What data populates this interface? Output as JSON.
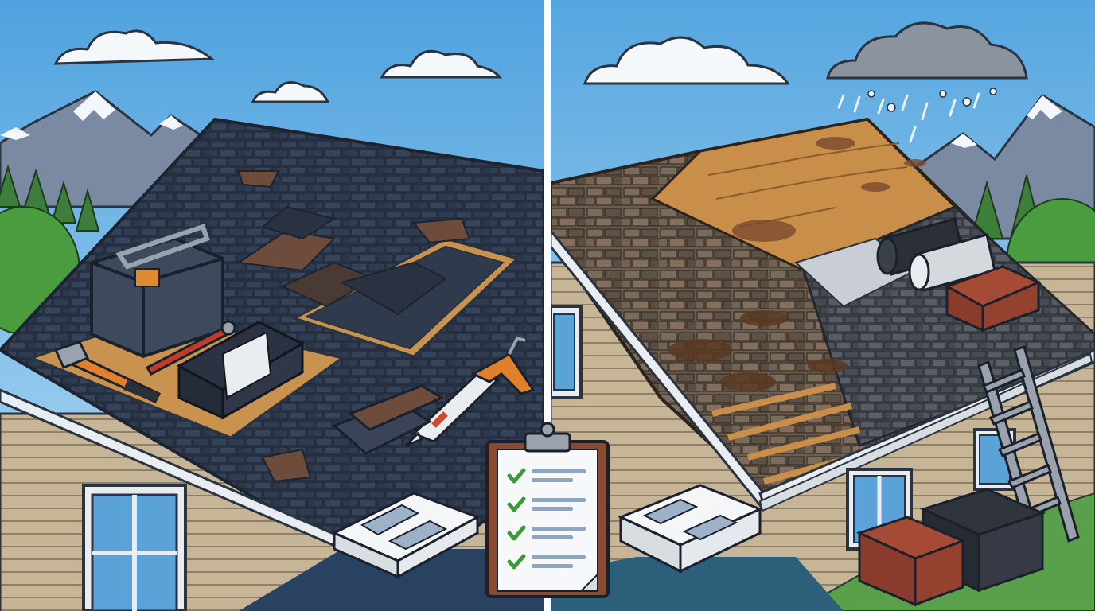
{
  "scene": {
    "colors": {
      "sky_top": "#5aa9e2",
      "sky_bottom": "#a9d8f2",
      "outline": "#1f2733",
      "shingle_dark": "#2b3547",
      "shingle_mid": "#36435a",
      "patch_brown": "#6e4c3c",
      "plywood": "#c9924f",
      "siding": "#c9b79c",
      "trim": "#e9edf1",
      "tree": "#3f8a3a",
      "mountain": "#7c8ba3",
      "snow": "#f3f6fa",
      "check_green": "#3d9a3a",
      "brick": "#8a3b2b",
      "ladder": "#9aa3ad"
    },
    "panels": [
      {
        "side": "left",
        "theme": "repair"
      },
      {
        "side": "right",
        "theme": "replacement"
      }
    ],
    "icons": [
      "toolbox-icon",
      "hammer-icon",
      "wrench-icon",
      "caulk-gun-icon",
      "clipboard-checklist-icon",
      "rain-cloud-icon",
      "ladder-icon",
      "shingle-stack-icon",
      "roll-underlayment-icon",
      "brochure-icon"
    ],
    "checklist": {
      "checked_items": 4,
      "total_items": 4
    }
  }
}
